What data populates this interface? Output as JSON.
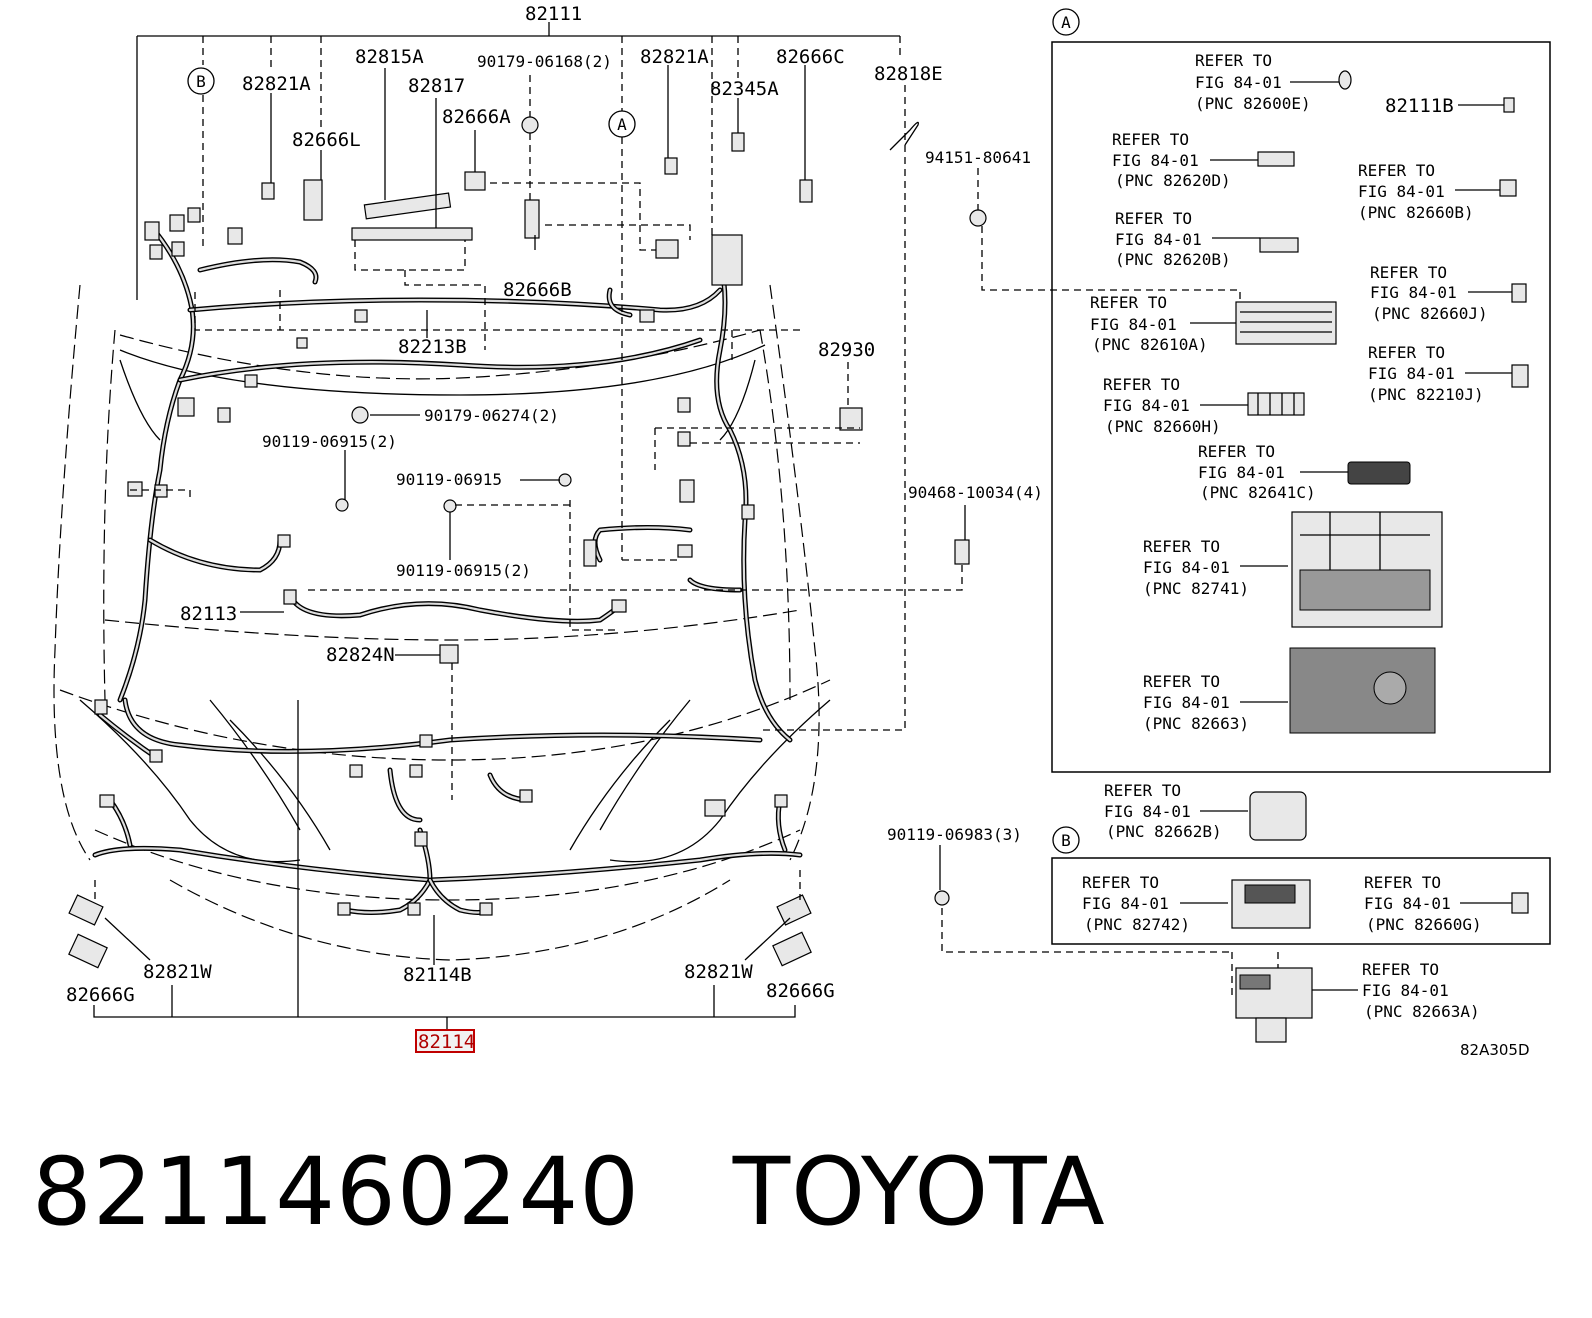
{
  "labels": {
    "p82111": "82111",
    "p82821a_l": "82821A",
    "p82815a": "82815A",
    "p82817": "82817",
    "p90179_06168": "90179-06168(2)",
    "p82821a_r": "82821A",
    "p82666c": "82666C",
    "p82818e": "82818E",
    "p82345a": "82345A",
    "p82666l": "82666L",
    "p82666a": "82666A",
    "p82666b": "82666B",
    "p94151": "94151-80641",
    "p82213b": "82213B",
    "p82930": "82930",
    "p90179_06274": "90179-06274(2)",
    "p90119_06915_2a": "90119-06915(2)",
    "p90119_06915": "90119-06915",
    "p90468": "90468-10034(4)",
    "p90119_06915_2b": "90119-06915(2)",
    "p82113": "82113",
    "p82824n": "82824N",
    "p90119_06983": "90119-06983(3)",
    "p82821w_l": "82821W",
    "p82666g_l": "82666G",
    "p82114b": "82114B",
    "p82821w_r": "82821W",
    "p82666g_r": "82666G",
    "p82114": "82114",
    "code": "82A305D",
    "callout_a": "A",
    "callout_b": "B"
  },
  "refer": {
    "line1": "REFER TO",
    "line2": "FIG 84-01",
    "items": [
      {
        "pnc": "(PNC 82600E)"
      },
      {
        "pnc": "(PNC 82620D)"
      },
      {
        "pnc": "(PNC 82660B)"
      },
      {
        "pnc": "(PNC 82620B)"
      },
      {
        "pnc": "(PNC 82660J)"
      },
      {
        "pnc": "(PNC 82610A)"
      },
      {
        "pnc": "(PNC 82210J)"
      },
      {
        "pnc": "(PNC 82660H)"
      },
      {
        "pnc": "(PNC 82641C)"
      },
      {
        "pnc": "(PNC 82741)"
      },
      {
        "pnc": "(PNC 82663)"
      },
      {
        "pnc": "(PNC 82662B)"
      },
      {
        "pnc": "(PNC 82742)"
      },
      {
        "pnc": "(PNC 82660G)"
      },
      {
        "pnc": "(PNC 82663A)"
      }
    ],
    "p82111b": "82111B"
  },
  "caption": {
    "part_number": "8211460240",
    "brand": "TOYOTA"
  }
}
